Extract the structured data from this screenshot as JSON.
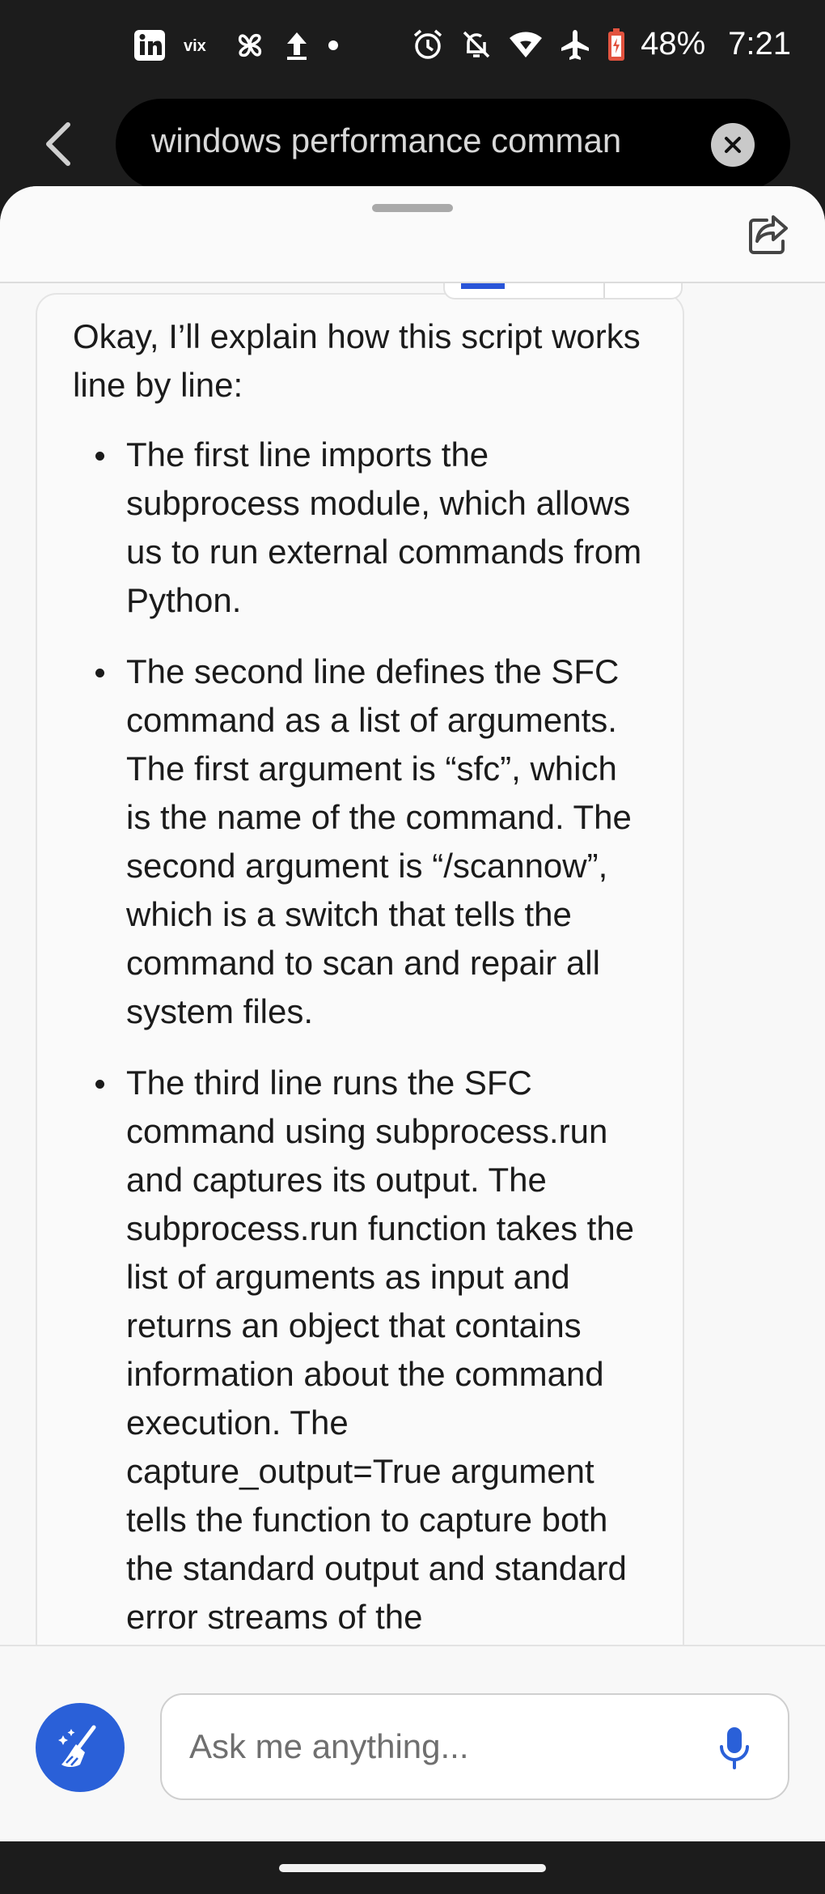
{
  "status_bar": {
    "battery": "48%",
    "time": "7:21",
    "left_icons": [
      "linkedin-icon",
      "vix-icon",
      "pinwheel-icon",
      "upload-icon",
      "dot-icon"
    ],
    "vix_label": "vix",
    "right_icons": [
      "alarm-icon",
      "silent-icon",
      "wifi-icon",
      "airplane-icon",
      "battery-icon"
    ]
  },
  "header": {
    "search_query": "windows performance comman"
  },
  "message": {
    "intro": "Okay, I’ll explain how this script works line by line:",
    "points": [
      "The first line imports the subprocess module, which allows us to run external commands from Python.",
      "The second line defines the SFC command as a list of arguments. The first argument is “sfc”, which is the name of the command. The second argument is “/scannow”, which is a switch that tells the command to scan and repair all system files.",
      "The third line runs the SFC command using subprocess.run and captures its output. The subprocess.run function takes the list of arguments as input and returns an object that contains information about the command execution. The capture_output=True argument tells the function to capture both the standard output and standard error streams of the"
    ]
  },
  "input": {
    "placeholder": "Ask me anything..."
  },
  "colors": {
    "accent": "#2a60d8",
    "status_bar_bg": "#1c1c1c",
    "battery_low": "#e2533f"
  }
}
